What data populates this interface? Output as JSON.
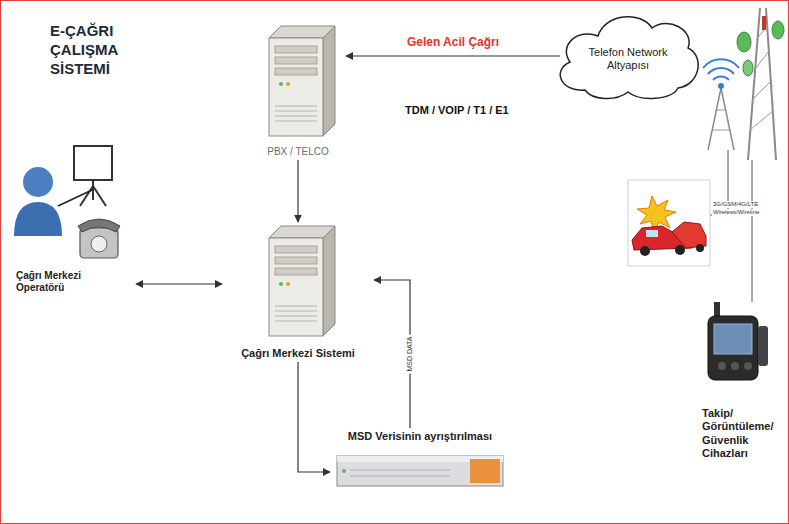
{
  "diagram": {
    "title": "E-ÇAĞRI ÇALIŞMA SİSTEMİ",
    "nodes": [
      {
        "text": [
          "PBX / TELCO"
        ]
      },
      {
        "text": [
          "Telefon Network Altyapısı"
        ]
      },
      {
        "text": [
          "Çağrı Merkezi Operatörü"
        ]
      },
      {
        "text": [
          "Çağrı Merkezi Sistemi"
        ]
      },
      {
        "text": [
          "MSD Verisinin ayrıştırılması"
        ]
      },
      {
        "text": [
          "Takip/ Görüntüleme/ Güvenlik Cihazları"
        ]
      }
    ],
    "edges": [
      {
        "from": 1,
        "to": 0,
        "label": "Gelen Acil Çağrı",
        "arrow": "to"
      },
      {
        "from": 0,
        "to": 3,
        "arrow": "to"
      },
      {
        "from": 2,
        "to": 3,
        "arrow": "both"
      },
      {
        "from": 3,
        "to": 4,
        "arrow": "to"
      },
      {
        "from": 4,
        "to": 3,
        "label": "MSD DATA",
        "arrow": "to"
      }
    ],
    "labels": [
      "TDM / VOIP / T1 / E1",
      "3G/GSM/4G/LTE",
      "Wireless/Wireline"
    ]
  }
}
